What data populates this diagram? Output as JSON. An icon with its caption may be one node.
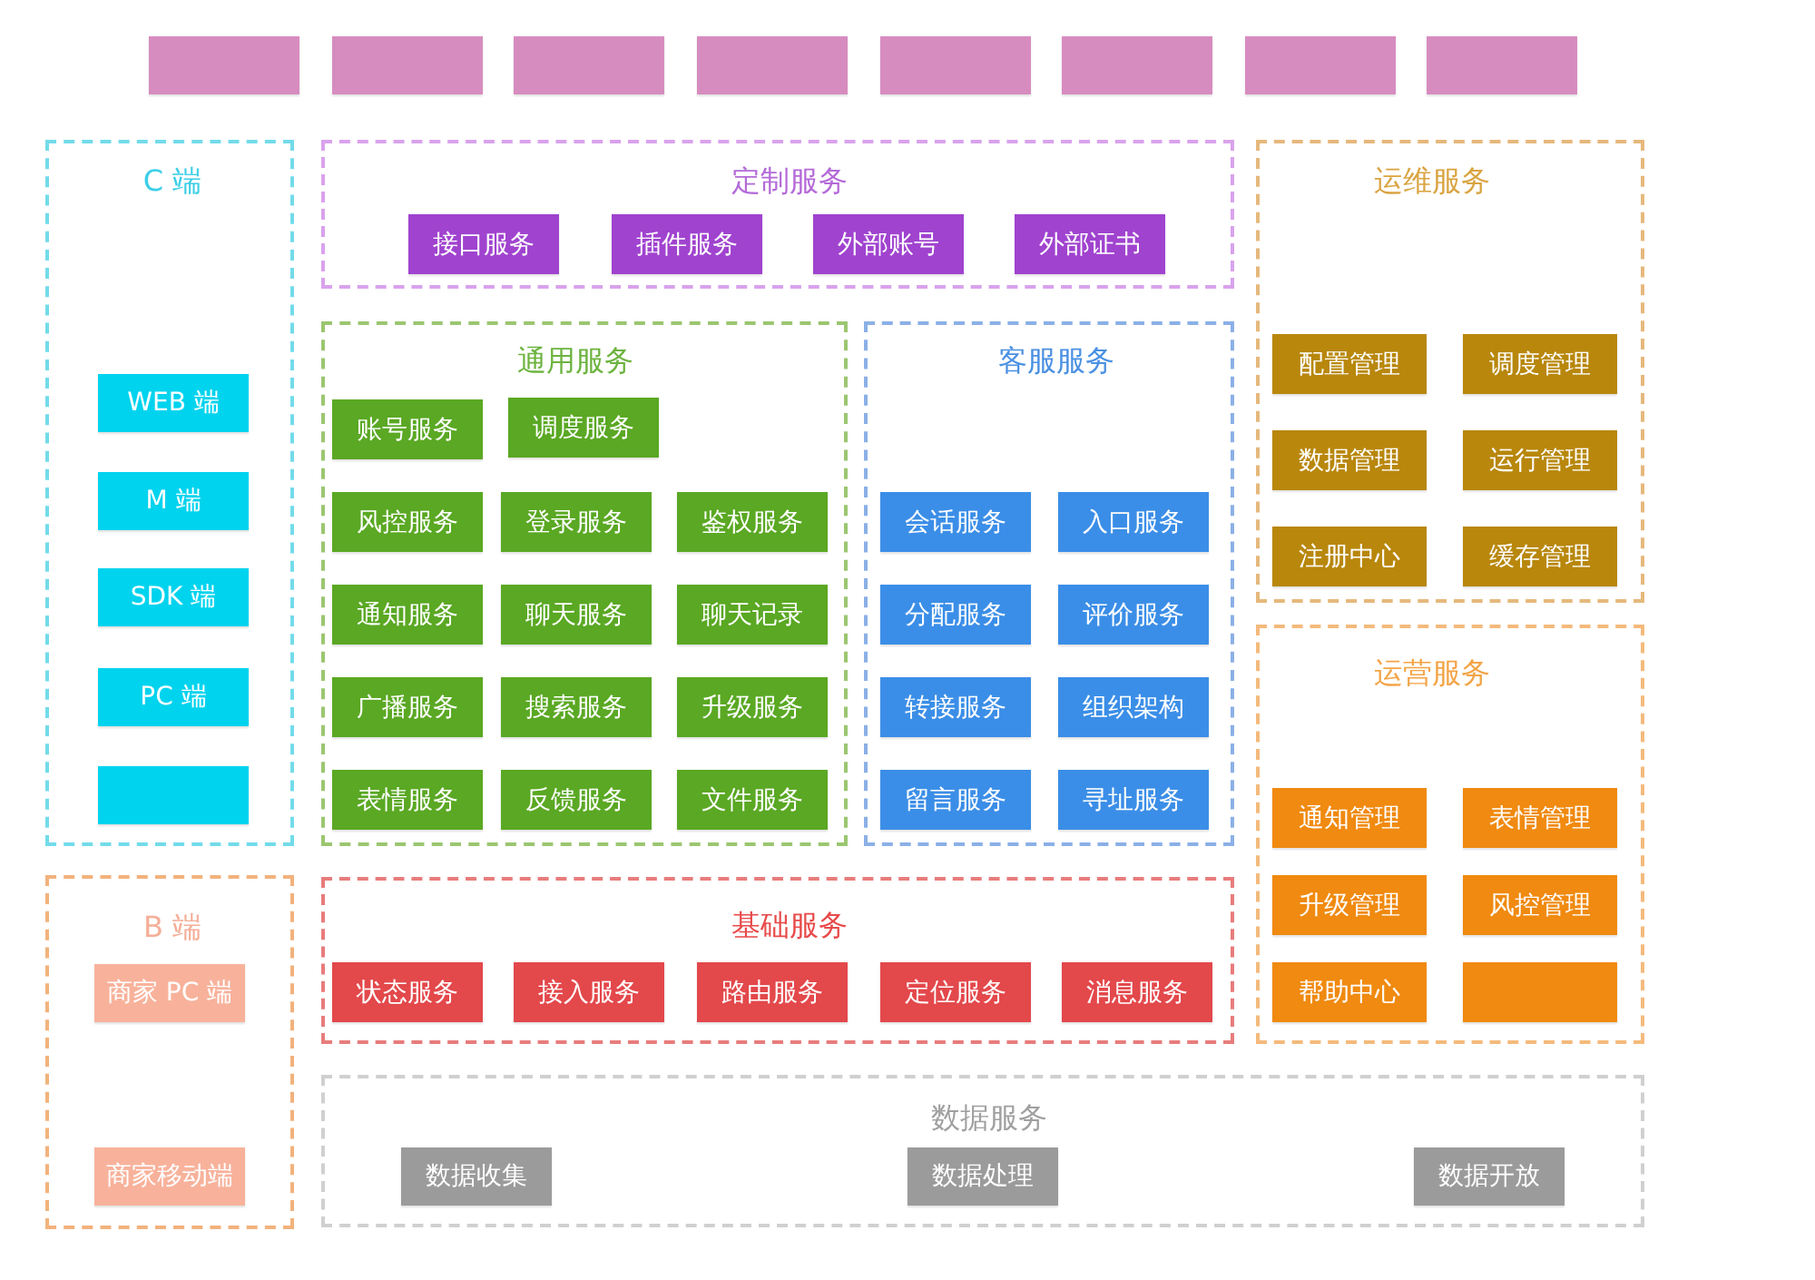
{
  "diagram": {
    "nodes": [
      {
        "text": [],
        "shape": "box"
      },
      {
        "text": [],
        "shape": "box"
      },
      {
        "text": [],
        "shape": "box"
      },
      {
        "text": [],
        "shape": "box"
      },
      {
        "text": [],
        "shape": "box"
      },
      {
        "text": [],
        "shape": "box"
      },
      {
        "text": [],
        "shape": "box"
      },
      {
        "text": [],
        "shape": "box"
      },
      {
        "text": [
          "C 端"
        ]
      },
      {
        "text": [
          "WEB 端"
        ],
        "in": 8
      },
      {
        "text": [
          "M 端"
        ],
        "in": 8
      },
      {
        "text": [
          "SDK 端"
        ],
        "in": 8
      },
      {
        "text": [
          "PC 端"
        ],
        "in": 8
      },
      {
        "text": [],
        "shape": "box",
        "in": 8
      },
      {
        "text": [
          "定制服务"
        ]
      },
      {
        "text": [
          "接口服务"
        ],
        "in": 14
      },
      {
        "text": [
          "插件服务"
        ],
        "in": 14
      },
      {
        "text": [
          "外部账号"
        ],
        "in": 14
      },
      {
        "text": [
          "外部证书"
        ],
        "in": 14
      },
      {
        "text": [
          "运维服务"
        ]
      },
      {
        "text": [
          "配置管理"
        ],
        "in": 19
      },
      {
        "text": [
          "调度管理"
        ],
        "in": 19
      },
      {
        "text": [
          "数据管理"
        ],
        "in": 19
      },
      {
        "text": [
          "运行管理"
        ],
        "in": 19
      },
      {
        "text": [
          "注册中心"
        ],
        "in": 19
      },
      {
        "text": [
          "缓存管理"
        ],
        "in": 19
      },
      {
        "text": [
          "通用服务"
        ]
      },
      {
        "text": [
          "账号服务"
        ],
        "in": 26
      },
      {
        "text": [
          "调度服务"
        ],
        "in": 26
      },
      {
        "text": [
          "风控服务"
        ],
        "in": 26
      },
      {
        "text": [
          "登录服务"
        ],
        "in": 26
      },
      {
        "text": [
          "鉴权服务"
        ],
        "in": 26
      },
      {
        "text": [
          "通知服务"
        ],
        "in": 26
      },
      {
        "text": [
          "聊天服务"
        ],
        "in": 26
      },
      {
        "text": [
          "聊天记录"
        ],
        "in": 26
      },
      {
        "text": [
          "广播服务"
        ],
        "in": 26
      },
      {
        "text": [
          "搜索服务"
        ],
        "in": 26
      },
      {
        "text": [
          "升级服务"
        ],
        "in": 26
      },
      {
        "text": [
          "表情服务"
        ],
        "in": 26
      },
      {
        "text": [
          "反馈服务"
        ],
        "in": 26
      },
      {
        "text": [
          "文件服务"
        ],
        "in": 26
      },
      {
        "text": [
          "客服服务"
        ]
      },
      {
        "text": [
          "会话服务"
        ],
        "in": 41
      },
      {
        "text": [
          "入口服务"
        ],
        "in": 41
      },
      {
        "text": [
          "分配服务"
        ],
        "in": 41
      },
      {
        "text": [
          "评价服务"
        ],
        "in": 41
      },
      {
        "text": [
          "转接服务"
        ],
        "in": 41
      },
      {
        "text": [
          "组织架构"
        ],
        "in": 41
      },
      {
        "text": [
          "留言服务"
        ],
        "in": 41
      },
      {
        "text": [
          "寻址服务"
        ],
        "in": 41
      },
      {
        "text": [
          "运营服务"
        ]
      },
      {
        "text": [
          "通知管理"
        ],
        "in": 50
      },
      {
        "text": [
          "表情管理"
        ],
        "in": 50
      },
      {
        "text": [
          "升级管理"
        ],
        "in": 50
      },
      {
        "text": [
          "风控管理"
        ],
        "in": 50
      },
      {
        "text": [
          "帮助中心"
        ],
        "in": 50
      },
      {
        "text": [],
        "shape": "box",
        "in": 50
      },
      {
        "text": [
          "B 端"
        ]
      },
      {
        "text": [
          "商家 PC 端"
        ],
        "in": 57
      },
      {
        "text": [
          "商家移动端"
        ],
        "in": 57
      },
      {
        "text": [
          "基础服务"
        ]
      },
      {
        "text": [
          "状态服务"
        ],
        "in": 60
      },
      {
        "text": [
          "接入服务"
        ],
        "in": 60
      },
      {
        "text": [
          "路由服务"
        ],
        "in": 60
      },
      {
        "text": [
          "定位服务"
        ],
        "in": 60
      },
      {
        "text": [
          "消息服务"
        ],
        "in": 60
      },
      {
        "text": [
          "数据服务"
        ]
      },
      {
        "text": [
          "数据收集"
        ],
        "in": 66
      },
      {
        "text": [
          "数据处理"
        ],
        "in": 66
      },
      {
        "text": [
          "数据开放"
        ],
        "in": 66
      }
    ]
  }
}
